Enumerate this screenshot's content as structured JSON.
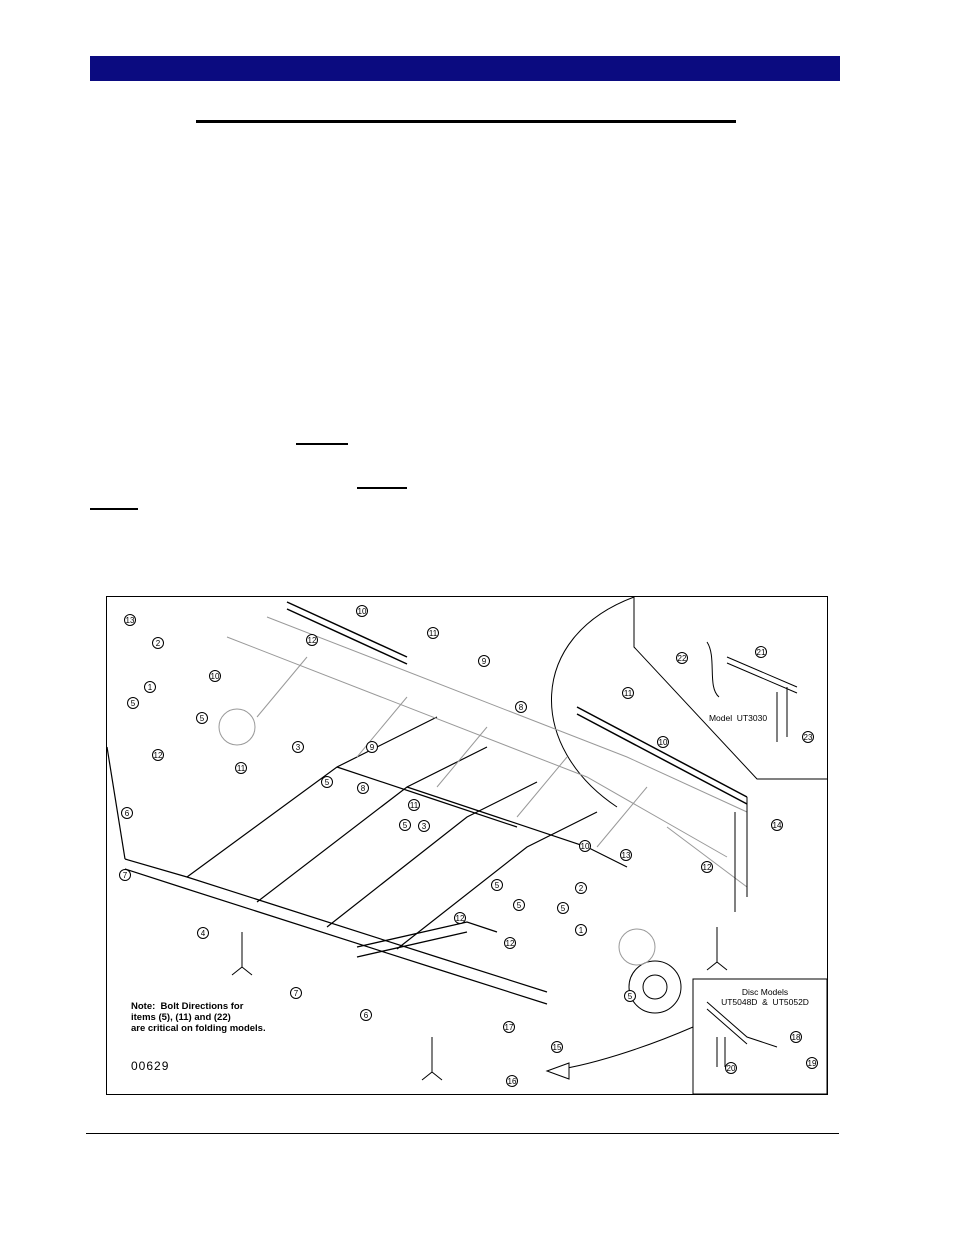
{
  "figure": {
    "note_text": "Note:  Bolt Directions for\nitems (5), (11) and (22)\nare critical on folding models.",
    "figure_number": "00629",
    "inset_top_label": "Model  UT3030",
    "inset_bottom_label": "Disc Models\nUT5048D  &  UT5052D",
    "callouts": [
      "1",
      "2",
      "3",
      "4",
      "5",
      "6",
      "7",
      "8",
      "9",
      "10",
      "11",
      "12",
      "13",
      "14",
      "15",
      "16",
      "17",
      "18",
      "19",
      "20",
      "21",
      "22",
      "23"
    ]
  }
}
